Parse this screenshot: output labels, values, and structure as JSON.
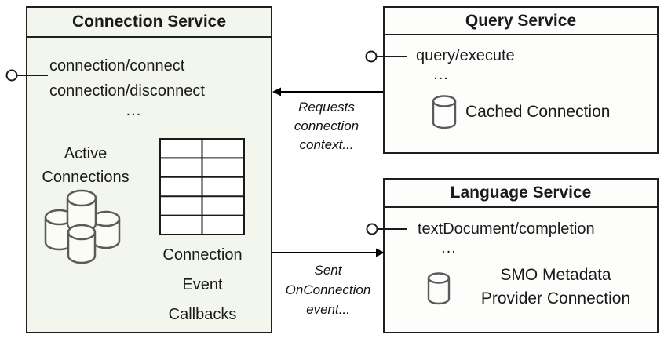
{
  "colors": {
    "connection_box_fill": "#f3f6ec",
    "service_box_fill": "#fdfdfc",
    "border": "#1f1f1f",
    "icon_stroke": "#5a5a5a",
    "text": "#1a1a1a"
  },
  "connection_service": {
    "title": "Connection Service",
    "method_1": "connection/connect",
    "method_2": "connection/disconnect",
    "ellipsis": "...",
    "active_line_1": "Active",
    "active_line_2": "Connections",
    "callbacks_line_1": "Connection",
    "callbacks_line_2": "Event",
    "callbacks_line_3": "Callbacks"
  },
  "query_service": {
    "title": "Query Service",
    "method": "query/execute",
    "ellipsis": "...",
    "connection_label": "Cached Connection"
  },
  "language_service": {
    "title": "Language Service",
    "method": "textDocument/completion",
    "ellipsis": "...",
    "connection_label_line_1": "SMO Metadata",
    "connection_label_line_2": "Provider Connection"
  },
  "arrow_requests": {
    "line_1": "Requests",
    "line_2": "connection",
    "line_3": "context..."
  },
  "arrow_sent": {
    "line_1": "Sent",
    "line_2": "OnConnection",
    "line_3": "event..."
  }
}
